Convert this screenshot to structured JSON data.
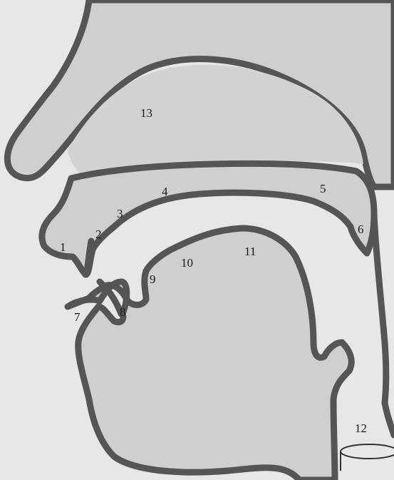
{
  "labels": {
    "l1": "1",
    "l2": "2",
    "l3": "3",
    "l4": "4",
    "l5": "5",
    "l6": "6",
    "l7": "7",
    "l8": "8",
    "l9": "9",
    "l10": "10",
    "l11": "11",
    "l12": "12",
    "l13": "13"
  },
  "colors": {
    "background": "#e6e6e6",
    "tissue": "#cfcfcf",
    "outline": "#555555"
  }
}
